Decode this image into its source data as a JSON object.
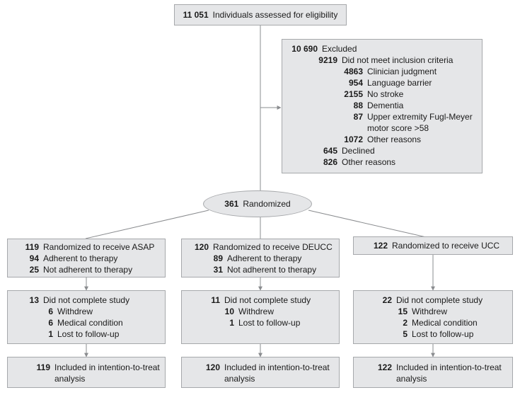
{
  "assessed": {
    "num": "11 051",
    "text": "Individuals assessed for eligibility"
  },
  "excluded": {
    "header": {
      "num": "10 690",
      "text": "Excluded"
    },
    "did_not_meet": {
      "num": "9219",
      "text": "Did not meet inclusion criteria"
    },
    "clinician": {
      "num": "4863",
      "text": "Clinician judgment"
    },
    "language": {
      "num": "954",
      "text": "Language barrier"
    },
    "no_stroke": {
      "num": "2155",
      "text": "No stroke"
    },
    "dementia": {
      "num": "88",
      "text": "Dementia"
    },
    "fugl_meyer": {
      "num": "87",
      "text": "Upper extremity Fugl-Meyer motor score >58"
    },
    "other_criteria": {
      "num": "1072",
      "text": "Other reasons"
    },
    "declined": {
      "num": "645",
      "text": "Declined"
    },
    "other_reasons": {
      "num": "826",
      "text": "Other reasons"
    }
  },
  "randomized": {
    "num": "361",
    "text": "Randomized"
  },
  "arms": [
    {
      "alloc": {
        "num": "119",
        "text": "Randomized to receive ASAP"
      },
      "adherent": {
        "num": "94",
        "text": "Adherent to therapy"
      },
      "not_adherent": {
        "num": "25",
        "text": "Not adherent to therapy"
      },
      "dnc": {
        "num": "13",
        "text": "Did not complete study"
      },
      "withdrew": {
        "num": "6",
        "text": "Withdrew"
      },
      "medical": {
        "num": "6",
        "text": "Medical condition"
      },
      "lost": {
        "num": "1",
        "text": "Lost to follow-up"
      },
      "itt": {
        "num": "119",
        "text": "Included in intention-to-treat analysis"
      }
    },
    {
      "alloc": {
        "num": "120",
        "text": "Randomized to receive DEUCC"
      },
      "adherent": {
        "num": "89",
        "text": "Adherent to therapy"
      },
      "not_adherent": {
        "num": "31",
        "text": "Not adherent to therapy"
      },
      "dnc": {
        "num": "11",
        "text": "Did not complete study"
      },
      "withdrew": {
        "num": "10",
        "text": "Withdrew"
      },
      "lost": {
        "num": "1",
        "text": "Lost to follow-up"
      },
      "itt": {
        "num": "120",
        "text": "Included in intention-to-treat analysis"
      }
    },
    {
      "alloc": {
        "num": "122",
        "text": "Randomized to receive UCC"
      },
      "dnc": {
        "num": "22",
        "text": "Did not complete study"
      },
      "withdrew": {
        "num": "15",
        "text": "Withdrew"
      },
      "medical": {
        "num": "2",
        "text": "Medical condition"
      },
      "lost": {
        "num": "5",
        "text": "Lost to follow-up"
      },
      "itt": {
        "num": "122",
        "text": "Included in intention-to-treat analysis"
      }
    }
  ]
}
